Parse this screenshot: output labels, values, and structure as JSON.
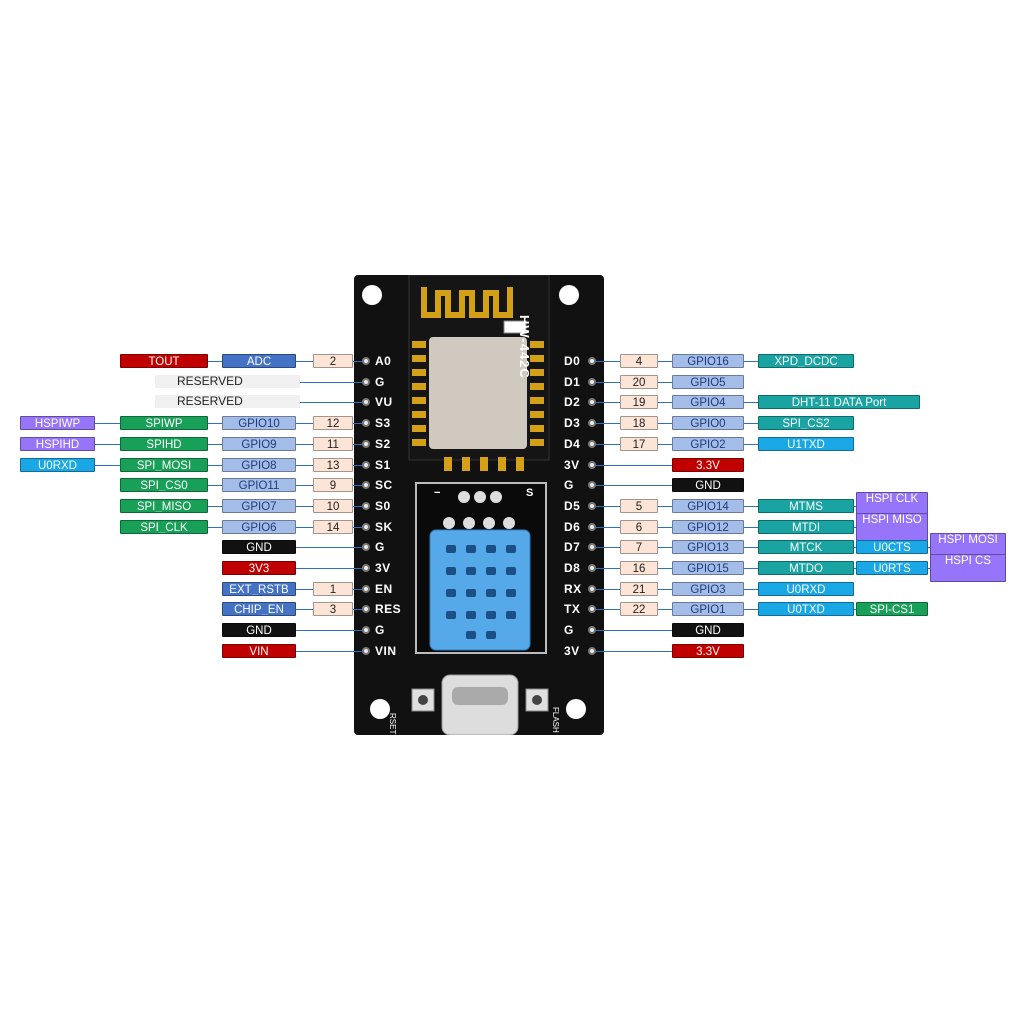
{
  "board": {
    "model_text": "HW-442C",
    "reset_text": "RSET",
    "flash_text": "FLASH",
    "sensor_s_text": "S",
    "sensor_minus_text": "−"
  },
  "colors": {
    "red": "#c00000",
    "blue": "#4472c4",
    "lightblue": "#a4bce8",
    "peach": "#fce4d6",
    "purple": "#9775fa",
    "green": "#18a058",
    "teal": "#1aa3a3",
    "cyan": "#1aa7e6",
    "black": "#111111"
  },
  "left_pins": [
    {
      "pin": "A0",
      "tags": [
        {
          "t": "2",
          "c": "peach"
        },
        {
          "t": "ADC",
          "c": "blue"
        },
        {
          "t": "TOUT",
          "c": "red"
        }
      ]
    },
    {
      "pin": "G",
      "tags": [
        {
          "t": "RESERVED",
          "c": "plain"
        }
      ]
    },
    {
      "pin": "VU",
      "tags": [
        {
          "t": "RESERVED",
          "c": "plain"
        }
      ]
    },
    {
      "pin": "S3",
      "tags": [
        {
          "t": "12",
          "c": "peach"
        },
        {
          "t": "GPIO10",
          "c": "lightblue"
        },
        {
          "t": "SPIWP",
          "c": "green"
        },
        {
          "t": "HSPIWP",
          "c": "purple"
        }
      ]
    },
    {
      "pin": "S2",
      "tags": [
        {
          "t": "11",
          "c": "peach"
        },
        {
          "t": "GPIO9",
          "c": "lightblue"
        },
        {
          "t": "SPIHD",
          "c": "green"
        },
        {
          "t": "HSPIHD",
          "c": "purple"
        }
      ]
    },
    {
      "pin": "S1",
      "tags": [
        {
          "t": "13",
          "c": "peach"
        },
        {
          "t": "GPIO8",
          "c": "lightblue"
        },
        {
          "t": "SPI_MOSI",
          "c": "green"
        },
        {
          "t": "U0RXD",
          "c": "cyan"
        }
      ]
    },
    {
      "pin": "SC",
      "tags": [
        {
          "t": "9",
          "c": "peach"
        },
        {
          "t": "GPIO11",
          "c": "lightblue"
        },
        {
          "t": "SPI_CS0",
          "c": "green"
        }
      ]
    },
    {
      "pin": "S0",
      "tags": [
        {
          "t": "10",
          "c": "peach"
        },
        {
          "t": "GPIO7",
          "c": "lightblue"
        },
        {
          "t": "SPI_MISO",
          "c": "green"
        }
      ]
    },
    {
      "pin": "SK",
      "tags": [
        {
          "t": "14",
          "c": "peach"
        },
        {
          "t": "GPIO6",
          "c": "lightblue"
        },
        {
          "t": "SPI_CLK",
          "c": "green"
        }
      ]
    },
    {
      "pin": "G",
      "tags": [
        {
          "t": "GND",
          "c": "black"
        }
      ]
    },
    {
      "pin": "3V",
      "tags": [
        {
          "t": "3V3",
          "c": "red"
        }
      ]
    },
    {
      "pin": "EN",
      "tags": [
        {
          "t": "1",
          "c": "peach"
        },
        {
          "t": "EXT_RSTB",
          "c": "blue"
        }
      ]
    },
    {
      "pin": "RES",
      "tags": [
        {
          "t": "3",
          "c": "peach"
        },
        {
          "t": "CHIP_EN",
          "c": "blue"
        }
      ]
    },
    {
      "pin": "G",
      "tags": [
        {
          "t": "GND",
          "c": "black"
        }
      ]
    },
    {
      "pin": "VIN",
      "tags": [
        {
          "t": "VIN",
          "c": "red"
        }
      ]
    }
  ],
  "right_pins": [
    {
      "pin": "D0",
      "tags": [
        {
          "t": "4",
          "c": "peach"
        },
        {
          "t": "GPIO16",
          "c": "lightblue"
        },
        {
          "t": "XPD_DCDC",
          "c": "teal"
        }
      ]
    },
    {
      "pin": "D1",
      "tags": [
        {
          "t": "20",
          "c": "peach"
        },
        {
          "t": "GPIO5",
          "c": "lightblue"
        }
      ]
    },
    {
      "pin": "D2",
      "tags": [
        {
          "t": "19",
          "c": "peach"
        },
        {
          "t": "GPIO4",
          "c": "lightblue"
        },
        {
          "t": "DHT-11 DATA Port",
          "c": "teal"
        }
      ]
    },
    {
      "pin": "D3",
      "tags": [
        {
          "t": "18",
          "c": "peach"
        },
        {
          "t": "GPIO0",
          "c": "lightblue"
        },
        {
          "t": "SPI_CS2",
          "c": "teal"
        }
      ]
    },
    {
      "pin": "D4",
      "tags": [
        {
          "t": "17",
          "c": "peach"
        },
        {
          "t": "GPIO2",
          "c": "lightblue"
        },
        {
          "t": "U1TXD",
          "c": "cyan"
        }
      ]
    },
    {
      "pin": "3V",
      "tags": [
        {
          "t": "3.3V",
          "c": "red"
        }
      ]
    },
    {
      "pin": "G",
      "tags": [
        {
          "t": "GND",
          "c": "black"
        }
      ]
    },
    {
      "pin": "D5",
      "tags": [
        {
          "t": "5",
          "c": "peach"
        },
        {
          "t": "GPIO14",
          "c": "lightblue"
        },
        {
          "t": "MTMS",
          "c": "teal"
        },
        {
          "t": "HSPI CLK",
          "c": "purple"
        }
      ]
    },
    {
      "pin": "D6",
      "tags": [
        {
          "t": "6",
          "c": "peach"
        },
        {
          "t": "GPIO12",
          "c": "lightblue"
        },
        {
          "t": "MTDI",
          "c": "teal"
        },
        {
          "t": "HSPI MISO",
          "c": "purple"
        }
      ]
    },
    {
      "pin": "D7",
      "tags": [
        {
          "t": "7",
          "c": "peach"
        },
        {
          "t": "GPIO13",
          "c": "lightblue"
        },
        {
          "t": "MTCK",
          "c": "teal"
        },
        {
          "t": "U0CTS",
          "c": "cyan"
        },
        {
          "t": "HSPI MOSI",
          "c": "purple"
        }
      ]
    },
    {
      "pin": "D8",
      "tags": [
        {
          "t": "16",
          "c": "peach"
        },
        {
          "t": "GPIO15",
          "c": "lightblue"
        },
        {
          "t": "MTDO",
          "c": "teal"
        },
        {
          "t": "U0RTS",
          "c": "cyan"
        },
        {
          "t": "HSPI CS",
          "c": "purple"
        }
      ]
    },
    {
      "pin": "RX",
      "tags": [
        {
          "t": "21",
          "c": "peach"
        },
        {
          "t": "GPIO3",
          "c": "lightblue"
        },
        {
          "t": "U0RXD",
          "c": "cyan"
        }
      ]
    },
    {
      "pin": "TX",
      "tags": [
        {
          "t": "22",
          "c": "peach"
        },
        {
          "t": "GPIO1",
          "c": "lightblue"
        },
        {
          "t": "U0TXD",
          "c": "cyan"
        },
        {
          "t": "SPI-CS1",
          "c": "green"
        }
      ]
    },
    {
      "pin": "G",
      "tags": [
        {
          "t": "GND",
          "c": "black"
        }
      ]
    },
    {
      "pin": "3V",
      "tags": [
        {
          "t": "3.3V",
          "c": "red"
        }
      ]
    }
  ]
}
